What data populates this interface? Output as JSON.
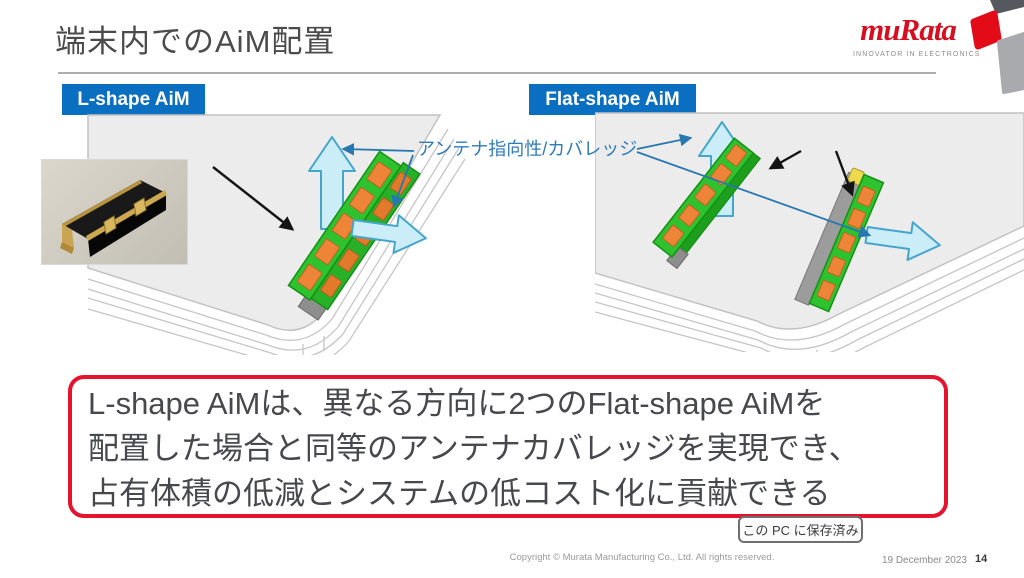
{
  "slide": {
    "title": "端末内でのAiM配置",
    "page_number": "14",
    "date": "19 December 2023",
    "copyright": "Copyright © Murata Manufacturing Co., Ltd. All rights reserved.",
    "save_status_tooltip": "この PC に保存済み"
  },
  "logo": {
    "brand": "muRata",
    "tagline": "INNOVATOR IN ELECTRONICS"
  },
  "panels": {
    "left": {
      "header": "L-shape AiM",
      "callout": "L-shape AiM"
    },
    "right": {
      "header": "Flat-shape AiM",
      "callout": "Flat-shape AiM"
    }
  },
  "annotation": {
    "text": "アンテナ指向性/カバレッジ"
  },
  "summary": {
    "lines": [
      "L-shape AiMは、異なる方向に2つのFlat-shape AiMを",
      "配置した場合と同等のアンテナカバレッジを実現でき、",
      "占有体積の低減とシステムの低コスト化に貢献できる"
    ]
  },
  "colors": {
    "chip_blue": "#0A6FC1",
    "annotation_blue": "#2E7CB8",
    "murata_red": "#D50F1F",
    "summary_border_red": "#E5132D",
    "module_green": "#2EC22E",
    "patch_orange": "#EE8438",
    "radiation_arrow_fill": "#CBEDF8",
    "radiation_arrow_stroke": "#44A6CB",
    "device_gray": "#ECECEC"
  }
}
